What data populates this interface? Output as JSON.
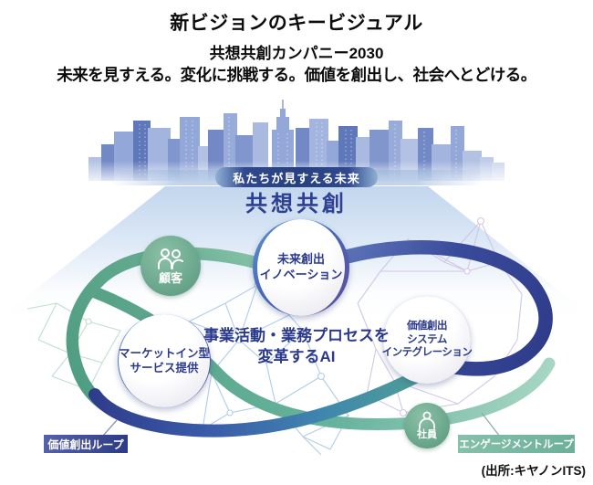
{
  "header": {
    "title": "新ビジョンのキービジュアル",
    "subtitle": "共想共創カンパニー2030",
    "tagline": "未来を見すえる。変化に挑戦する。価値を創出し、社会へとどける。"
  },
  "banner": {
    "label": "私たちが見すえる未来"
  },
  "vision": {
    "label": "共想共創"
  },
  "nodes": {
    "future": {
      "lines": [
        "未来創出",
        "イノベーション"
      ]
    },
    "market": {
      "lines": [
        "マーケットイン型",
        "サービス提供"
      ]
    },
    "value_si": {
      "lines": [
        "価値創出",
        "システム",
        "インテグレーション"
      ]
    },
    "ai": {
      "lines": [
        "事業活動・業務プロセスを",
        "変革するAI"
      ]
    }
  },
  "actors": {
    "customer": {
      "label": "顧客"
    },
    "employee": {
      "label": "社員"
    }
  },
  "loops": {
    "value": {
      "label": "価値創出ループ"
    },
    "engagement": {
      "label": "エンゲージメントループ"
    }
  },
  "source": "(出所:キヤノンITS)",
  "colors": {
    "deep_navy": "#2e3c8a",
    "loop_blue": "#3f6db4",
    "loop_teal": "#5fae99",
    "loop_green": "#64ab90",
    "navy_text": "#2b3a8c",
    "banner_navy": "#27407f",
    "beam_blue": "#cfdff2",
    "engagement_label_bg": "#79b7a2",
    "value_label_bg": "#2d3a85",
    "skyline_blue": "#8fa6d6",
    "actor_green": "#6ba88d"
  }
}
